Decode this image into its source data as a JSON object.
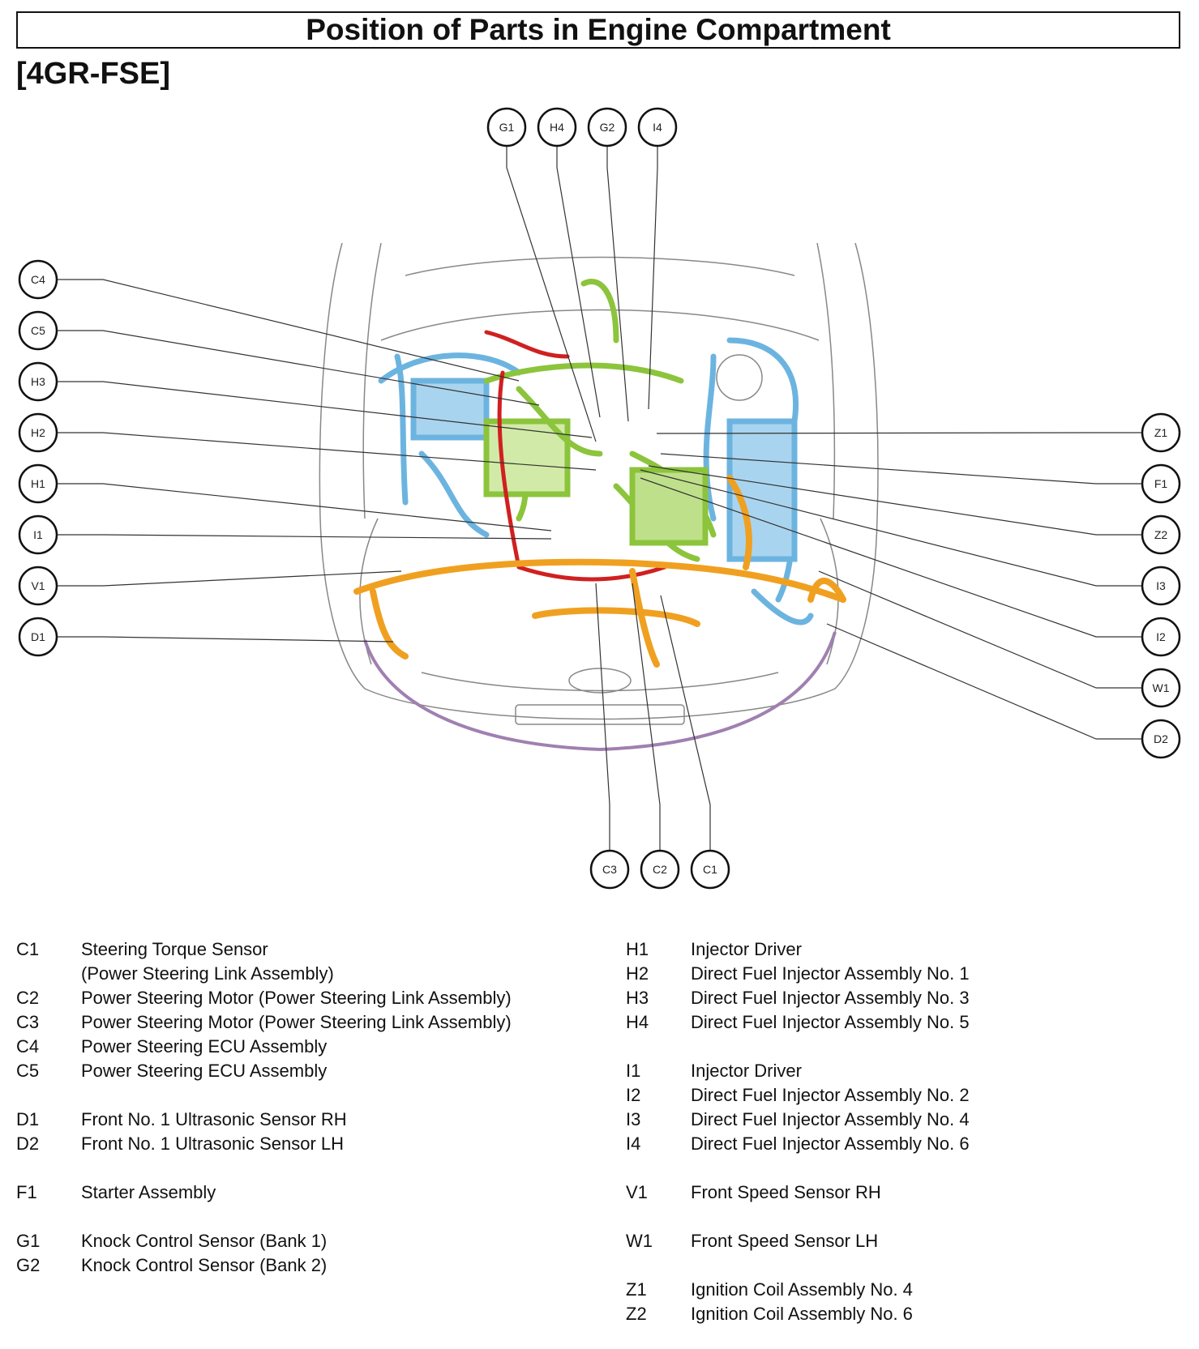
{
  "title": "Position of Parts in Engine Compartment",
  "subtitle": "[4GR-FSE]",
  "callouts": {
    "top": [
      "G1",
      "H4",
      "G2",
      "I4"
    ],
    "left": [
      "C4",
      "C5",
      "H3",
      "H2",
      "H1",
      "I1",
      "V1",
      "D1"
    ],
    "right": [
      "Z1",
      "F1",
      "Z2",
      "I3",
      "I2",
      "W1",
      "D2"
    ],
    "bottom": [
      "C3",
      "C2",
      "C1"
    ]
  },
  "colors": {
    "blue_harness": "#6cb4e0",
    "green_harness": "#8cc43c",
    "orange_harness": "#f0a020",
    "red_harness": "#d02020",
    "purple_trim": "#a080b0",
    "outline": "#888888"
  },
  "legend": {
    "left": [
      {
        "code": "C1",
        "text": "Steering Torque Sensor"
      },
      {
        "code": "",
        "text": "(Power Steering Link Assembly)"
      },
      {
        "code": "C2",
        "text": "Power Steering Motor (Power Steering Link Assembly)"
      },
      {
        "code": "C3",
        "text": "Power Steering Motor (Power Steering Link Assembly)"
      },
      {
        "code": "C4",
        "text": "Power Steering ECU Assembly"
      },
      {
        "code": "C5",
        "text": "Power Steering ECU Assembly"
      },
      {
        "gap": true
      },
      {
        "code": "D1",
        "text": "Front No. 1 Ultrasonic Sensor RH"
      },
      {
        "code": "D2",
        "text": "Front No. 1 Ultrasonic Sensor LH"
      },
      {
        "gap": true
      },
      {
        "code": "F1",
        "text": "Starter Assembly"
      },
      {
        "gap": true
      },
      {
        "code": "G1",
        "text": "Knock Control Sensor (Bank 1)"
      },
      {
        "code": "G2",
        "text": "Knock Control Sensor (Bank 2)"
      }
    ],
    "right": [
      {
        "code": "H1",
        "text": "Injector Driver"
      },
      {
        "code": "H2",
        "text": "Direct Fuel Injector Assembly No. 1"
      },
      {
        "code": "H3",
        "text": "Direct Fuel Injector Assembly No. 3"
      },
      {
        "code": "H4",
        "text": "Direct Fuel Injector Assembly No. 5"
      },
      {
        "gap": true
      },
      {
        "code": "I1",
        "text": "Injector Driver"
      },
      {
        "code": "I2",
        "text": "Direct Fuel Injector Assembly No. 2"
      },
      {
        "code": "I3",
        "text": "Direct Fuel Injector Assembly No. 4"
      },
      {
        "code": "I4",
        "text": "Direct Fuel Injector Assembly No. 6"
      },
      {
        "gap": true
      },
      {
        "code": "V1",
        "text": "Front Speed Sensor RH"
      },
      {
        "gap": true
      },
      {
        "code": "W1",
        "text": "Front Speed Sensor LH"
      },
      {
        "gap": true
      },
      {
        "code": "Z1",
        "text": "Ignition Coil Assembly No. 4"
      },
      {
        "code": "Z2",
        "text": "Ignition Coil Assembly No. 6"
      }
    ]
  }
}
